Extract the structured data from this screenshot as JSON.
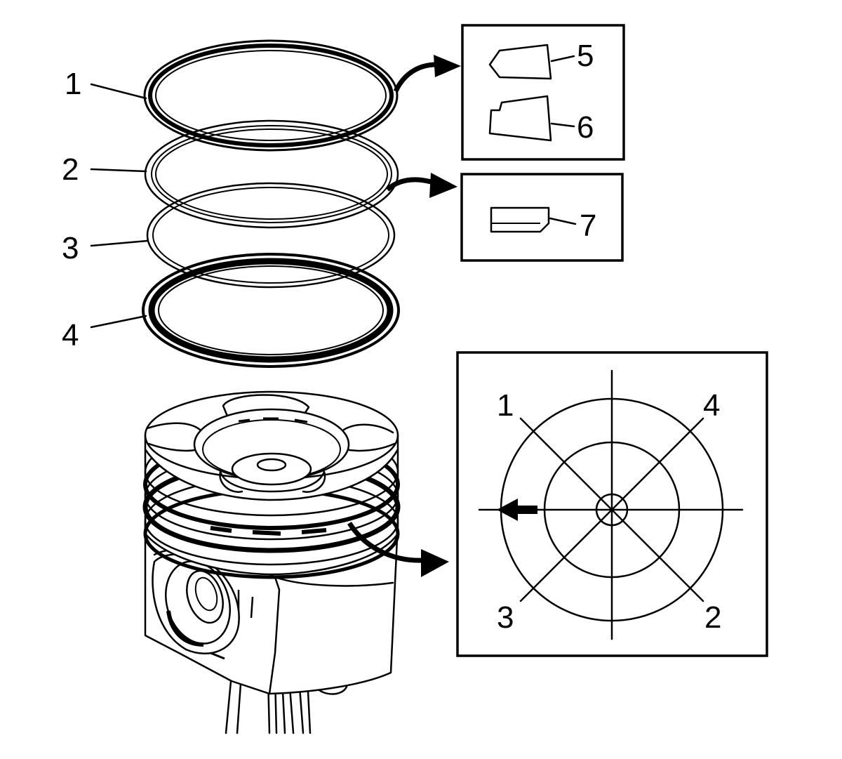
{
  "rings_callouts": [
    "1",
    "2",
    "3",
    "4"
  ],
  "profile_callouts": [
    "5",
    "6",
    "7"
  ],
  "gap_diagram_callouts": [
    "1",
    "4",
    "3",
    "2"
  ],
  "colors": {
    "ink": "#000000",
    "paper": "#ffffff"
  },
  "icons": {
    "arrow_to_profiles_top": "curved-arrow-icon",
    "arrow_to_profiles_mid": "curved-arrow-icon",
    "arrow_to_gap_diagram": "curved-arrow-icon",
    "front_mark": "arrow-left-icon"
  }
}
